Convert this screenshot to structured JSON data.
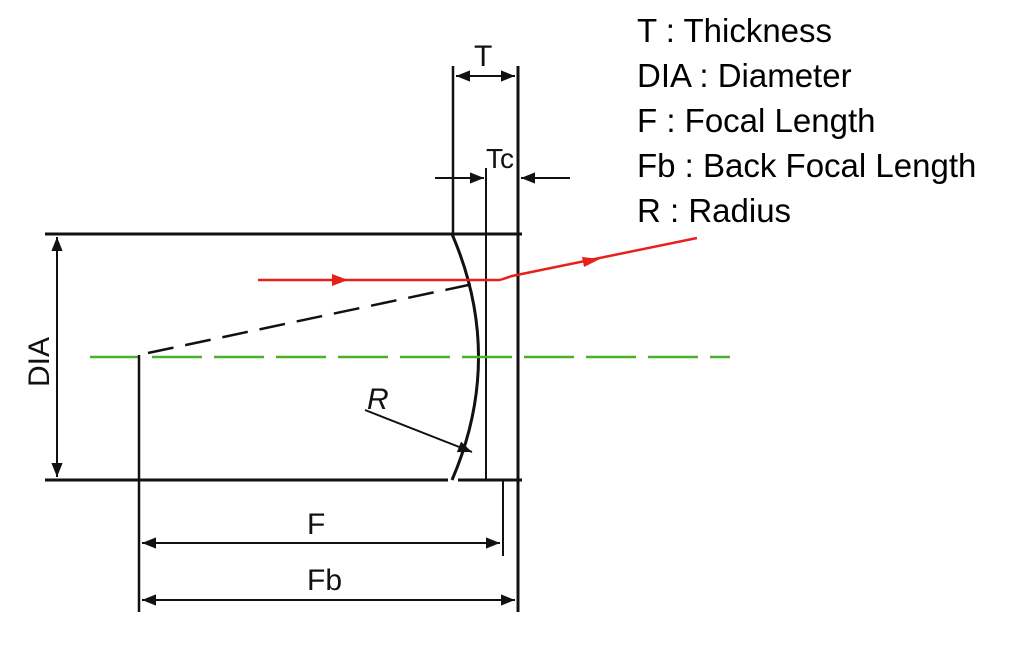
{
  "legend": [
    {
      "symbol": "T",
      "text": "T : Thickness"
    },
    {
      "symbol": "DIA",
      "text": "DIA : Diameter"
    },
    {
      "symbol": "F",
      "text": "F : Focal Length"
    },
    {
      "symbol": "Fb",
      "text": "Fb : Back Focal Length"
    },
    {
      "symbol": "R",
      "text": "R : Radius"
    }
  ],
  "dimensions": {
    "thickness": "T",
    "center_thickness": "Tc",
    "diameter": "DIA",
    "radius": "R",
    "focal_length": "F",
    "back_focal_length": "Fb"
  },
  "colors": {
    "line": "#111111",
    "ray": "#e8201c",
    "optical_axis": "#4caf2a",
    "virtual_ray": "#111111"
  }
}
